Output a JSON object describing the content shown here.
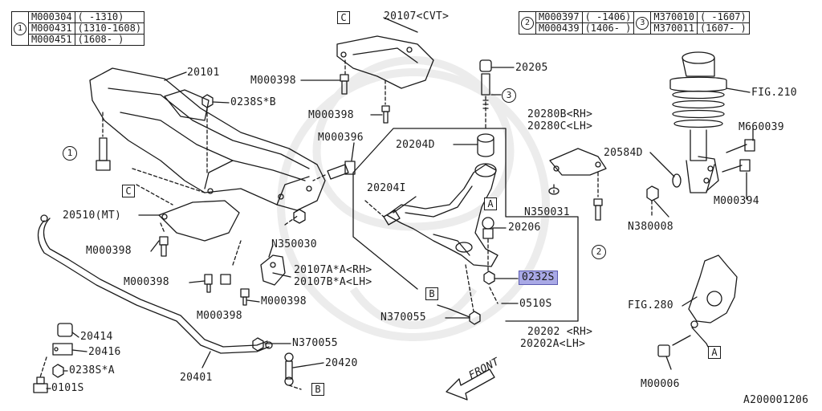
{
  "legend1": {
    "mark": "1",
    "rows": [
      {
        "part": "M000304",
        "range": "(      -1310)"
      },
      {
        "part": "M000431",
        "range": "(1310-1608)"
      },
      {
        "part": "M000451",
        "range": "(1608-      )"
      }
    ]
  },
  "legend2": {
    "mark": "2",
    "rows": [
      {
        "part": "M000397",
        "range": "(  -1406)"
      },
      {
        "part": "M000439",
        "range": "(1406-  )"
      }
    ]
  },
  "legend3": {
    "mark": "3",
    "rows": [
      {
        "part": "M370010",
        "range": "(  -1607)"
      },
      {
        "part": "M370011",
        "range": "(1607-  )"
      }
    ]
  },
  "labels": {
    "p20107cvt": "20107<CVT>",
    "p20101": "20101",
    "m000398_a": "M000398",
    "m000398_b": "M000398",
    "p0238sb": "0238S*B",
    "p20205": "20205",
    "p20280b": "20280B<RH>",
    "p20280c": "20280C<LH>",
    "fig210": "FIG.210",
    "m660039": "M660039",
    "p20584d": "20584D",
    "m000394": "M000394",
    "n380008": "N380008",
    "m000396": "M000396",
    "p20204d": "20204D",
    "p20204i": "20204I",
    "n350031": "N350031",
    "p20206": "20206",
    "p20510mt": "20510(MT)",
    "m000398_c": "M000398",
    "n350030": "N350030",
    "p20107a": "20107A*A<RH>",
    "p20107b": "20107B*A<LH>",
    "m000398_d": "M000398",
    "m000398_e": "M000398",
    "m000398_f": "M000398",
    "p0232s": "0232S",
    "p0510s": "0510S",
    "n370055_a": "N370055",
    "p20202": "20202  <RH>",
    "p20202a": "20202A<LH>",
    "fig280": "FIG.280",
    "p20414": "20414",
    "p20416": "20416",
    "p0238sa": "0238S*A",
    "p0101s": "0101S",
    "p20401": "20401",
    "n370055_b": "N370055",
    "p20420": "20420",
    "front": "FRONT",
    "m00006": "M00006",
    "diagram_id": "A200001206"
  },
  "refs": {
    "c": "C",
    "a": "A",
    "b": "B",
    "one": "1",
    "two": "2",
    "three": "3"
  },
  "colors": {
    "line": "#1a1a1a",
    "highlight": "#a9a9e6",
    "watermark": "#e9e9e9"
  }
}
